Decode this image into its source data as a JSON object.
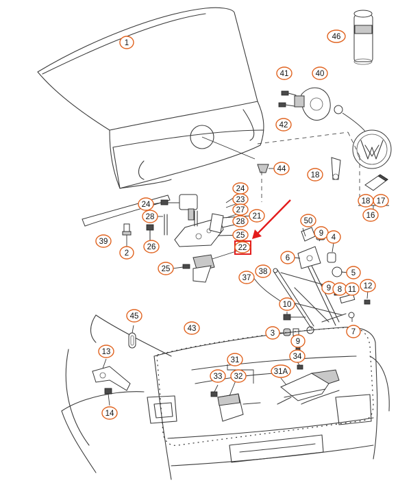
{
  "callouts": [
    {
      "id": "c1",
      "label": "1"
    },
    {
      "id": "c46",
      "label": "46"
    },
    {
      "id": "c41",
      "label": "41"
    },
    {
      "id": "c40",
      "label": "40"
    },
    {
      "id": "c42",
      "label": "42"
    },
    {
      "id": "c44",
      "label": "44"
    },
    {
      "id": "c18a",
      "label": "18"
    },
    {
      "id": "c24a",
      "label": "24"
    },
    {
      "id": "c23",
      "label": "23"
    },
    {
      "id": "c27",
      "label": "27"
    },
    {
      "id": "c21",
      "label": "21"
    },
    {
      "id": "c28a",
      "label": "28"
    },
    {
      "id": "c28b",
      "label": "28"
    },
    {
      "id": "c25a",
      "label": "25"
    },
    {
      "id": "c22",
      "label": "22"
    },
    {
      "id": "c39",
      "label": "39"
    },
    {
      "id": "c2",
      "label": "2"
    },
    {
      "id": "c26",
      "label": "26"
    },
    {
      "id": "c25b",
      "label": "25"
    },
    {
      "id": "c18b",
      "label": "18"
    },
    {
      "id": "c17",
      "label": "17"
    },
    {
      "id": "c16",
      "label": "16"
    },
    {
      "id": "c50",
      "label": "50"
    },
    {
      "id": "c9a",
      "label": "9"
    },
    {
      "id": "c4",
      "label": "4"
    },
    {
      "id": "c6",
      "label": "6"
    },
    {
      "id": "c38",
      "label": "38"
    },
    {
      "id": "c37",
      "label": "37"
    },
    {
      "id": "c5",
      "label": "5"
    },
    {
      "id": "c9b",
      "label": "9"
    },
    {
      "id": "c8",
      "label": "8"
    },
    {
      "id": "c11",
      "label": "11"
    },
    {
      "id": "c12",
      "label": "12"
    },
    {
      "id": "c10",
      "label": "10"
    },
    {
      "id": "c3",
      "label": "3"
    },
    {
      "id": "c9c",
      "label": "9"
    },
    {
      "id": "c7",
      "label": "7"
    },
    {
      "id": "c45",
      "label": "45"
    },
    {
      "id": "c43",
      "label": "43"
    },
    {
      "id": "c13",
      "label": "13"
    },
    {
      "id": "c14",
      "label": "14"
    },
    {
      "id": "c31",
      "label": "31"
    },
    {
      "id": "c33",
      "label": "33"
    },
    {
      "id": "c32",
      "label": "32"
    },
    {
      "id": "c31A",
      "label": "31A"
    },
    {
      "id": "c34",
      "label": "34"
    },
    {
      "id": "c24b",
      "label": "24"
    }
  ],
  "highlight": {
    "target": "22",
    "color": "#e31b1b"
  },
  "colors": {
    "callout_border": "#e0621e",
    "line": "#3a3a3a",
    "highlight": "#e31b1b"
  }
}
